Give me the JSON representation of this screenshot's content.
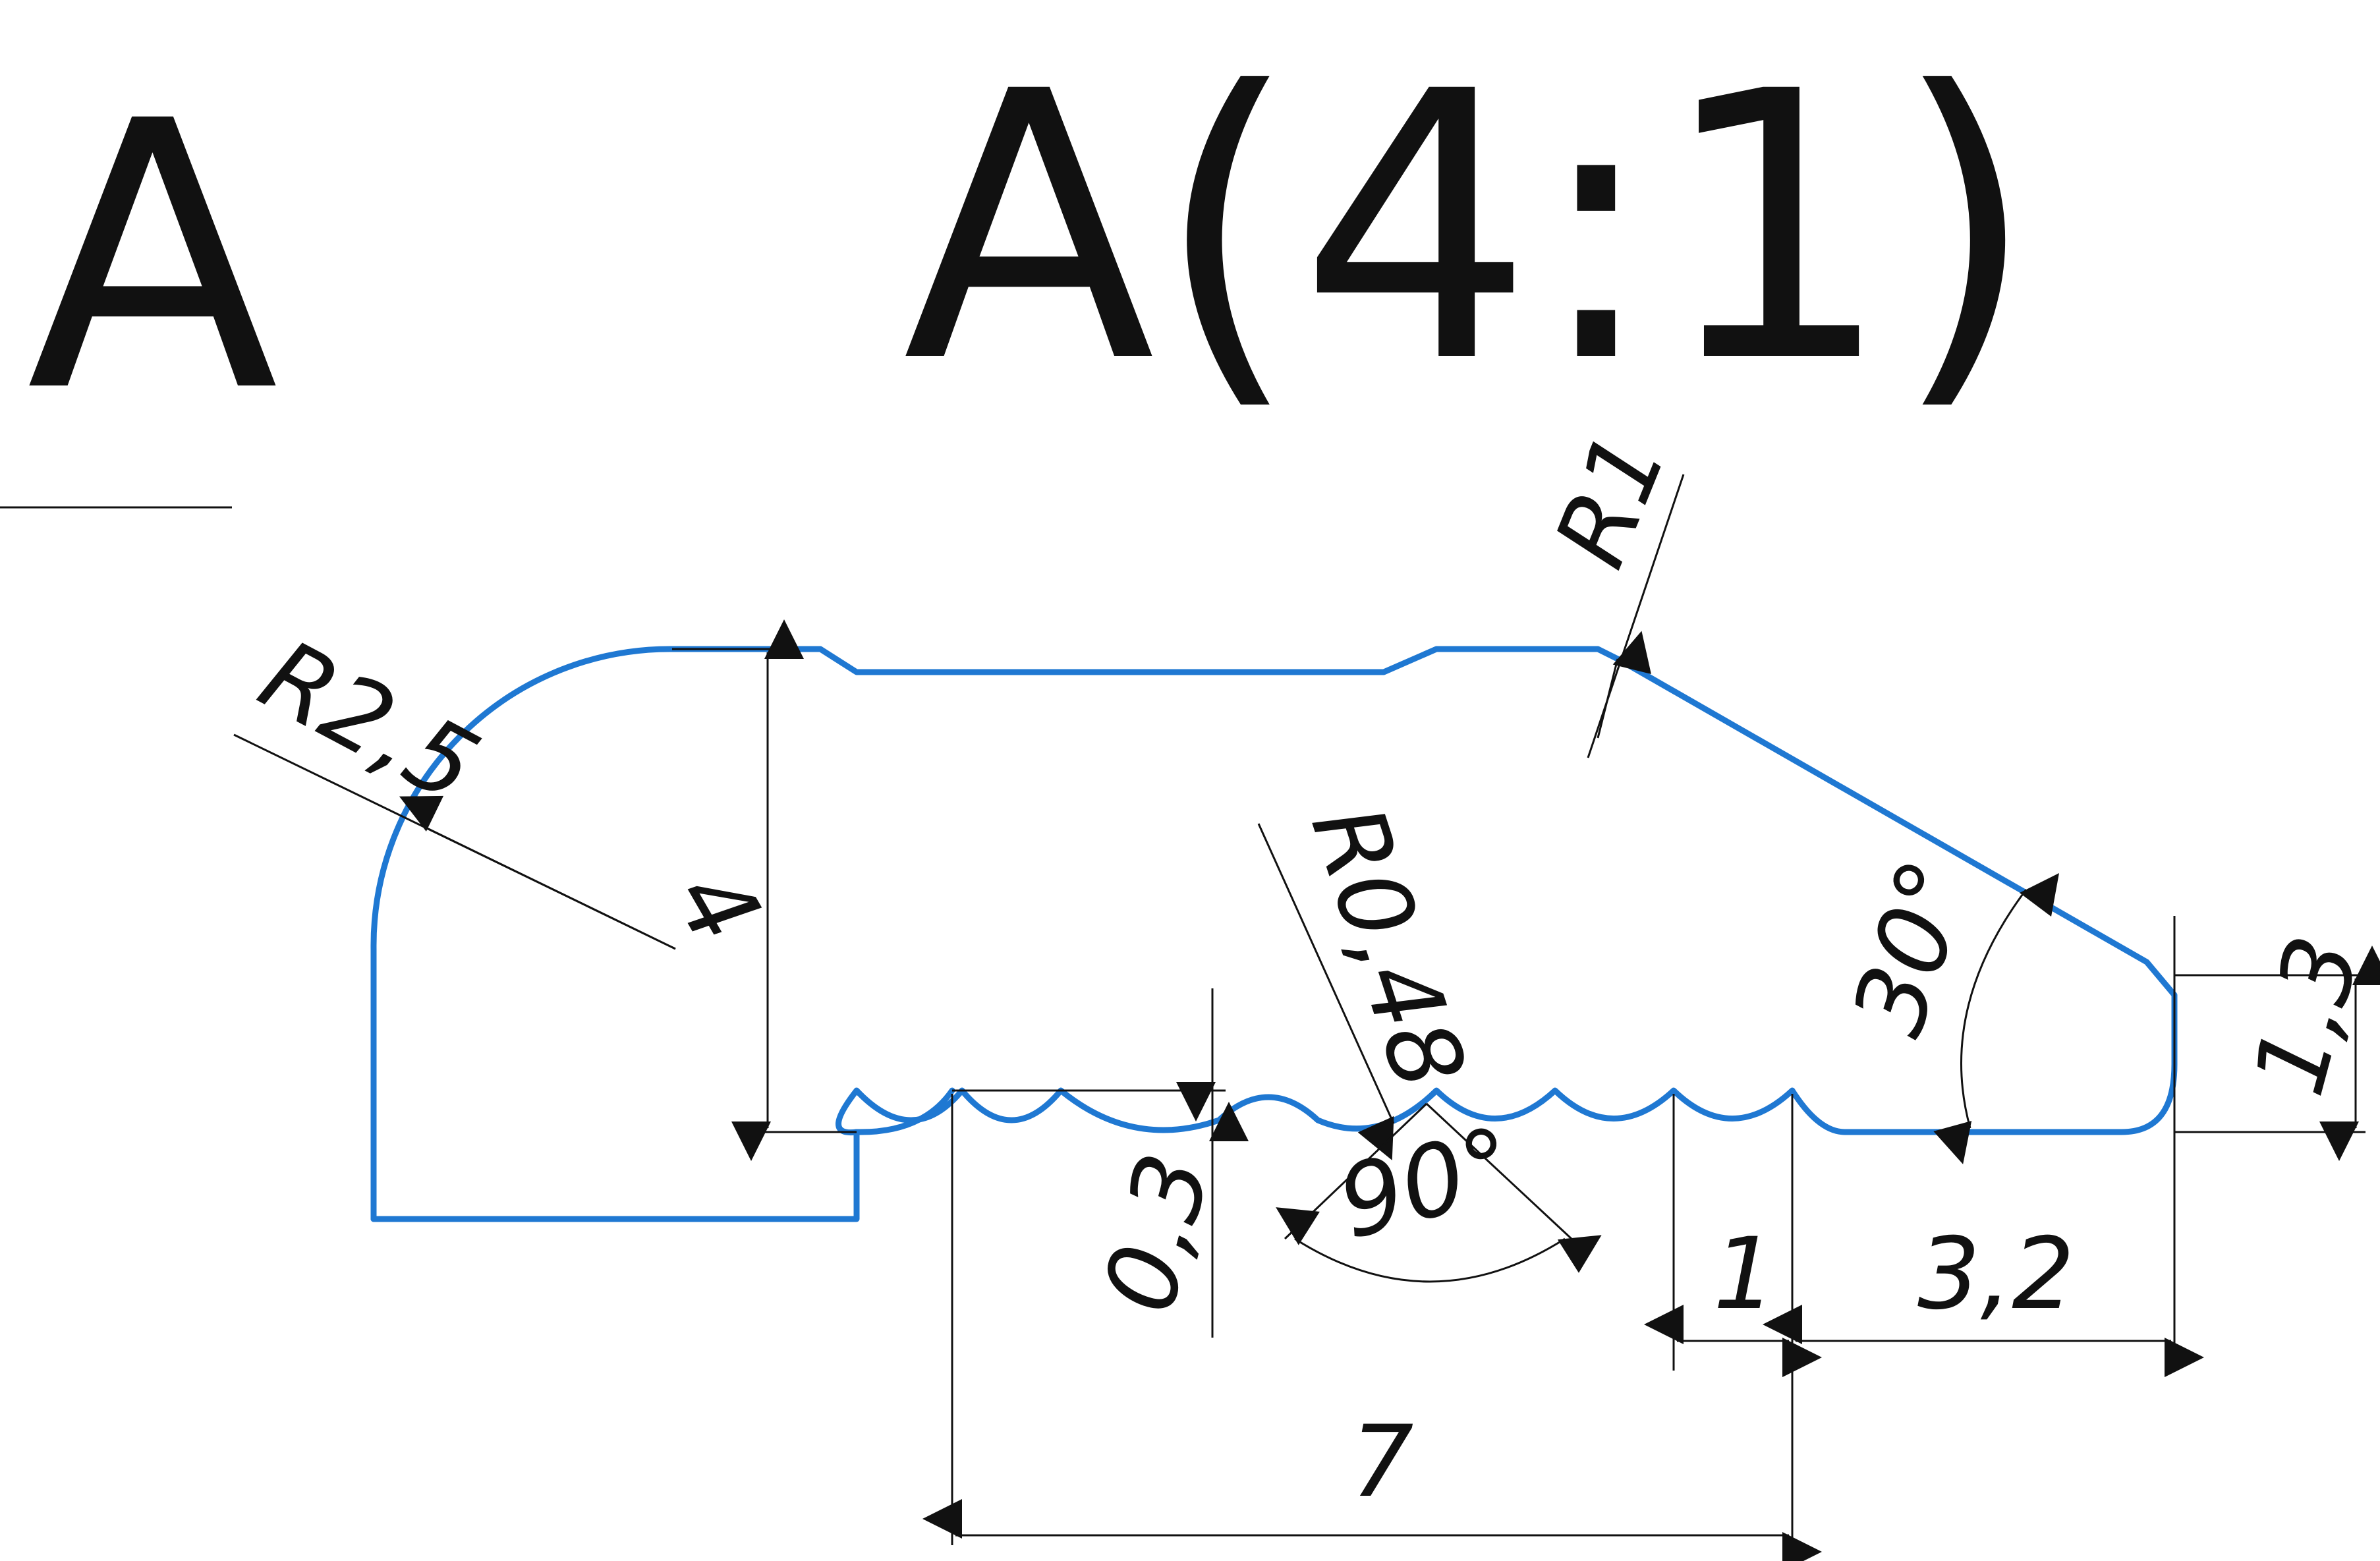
{
  "view_label": "A",
  "detail_label": "A(4:1)",
  "profile_color": "#1f78d2",
  "line_color": "#111111",
  "dimensions": {
    "radius_outer": "R2,5",
    "radius_top": "R1",
    "radius_groove": "R0,48",
    "height_main": "4",
    "groove_depth": "0,3",
    "groove_angle": "90°",
    "chamfer_angle": "30°",
    "right_height": "1,3",
    "groove_pitch": "1",
    "right_flat": "3,2",
    "groove_span": "7"
  }
}
